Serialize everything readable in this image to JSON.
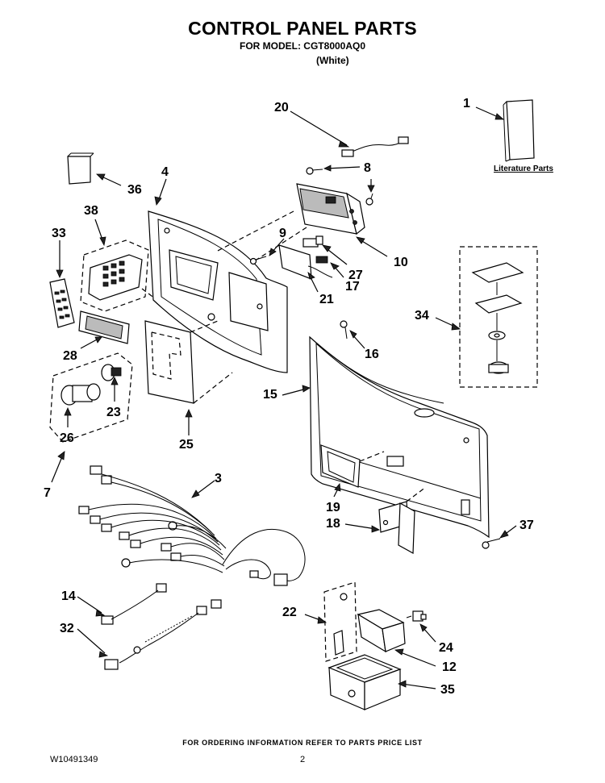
{
  "header": {
    "title": "CONTROL PANEL PARTS",
    "model_line": "FOR MODEL: CGT8000AQ0",
    "color_line": "(White)"
  },
  "footer": {
    "ordering_note": "FOR ORDERING INFORMATION REFER TO PARTS PRICE LIST",
    "document_number": "W10491349",
    "page_number": "2"
  },
  "literature_label": "Literature Parts",
  "callouts": {
    "c1": "1",
    "c3": "3",
    "c4": "4",
    "c7": "7",
    "c8": "8",
    "c9": "9",
    "c10": "10",
    "c12": "12",
    "c14": "14",
    "c15": "15",
    "c16": "16",
    "c17": "17",
    "c18": "18",
    "c19": "19",
    "c20": "20",
    "c21": "21",
    "c22": "22",
    "c23": "23",
    "c24": "24",
    "c25": "25",
    "c26": "26",
    "c27": "27",
    "c28": "28",
    "c32": "32",
    "c33": "33",
    "c34": "34",
    "c35": "35",
    "c36": "36",
    "c37": "37",
    "c38": "38"
  }
}
